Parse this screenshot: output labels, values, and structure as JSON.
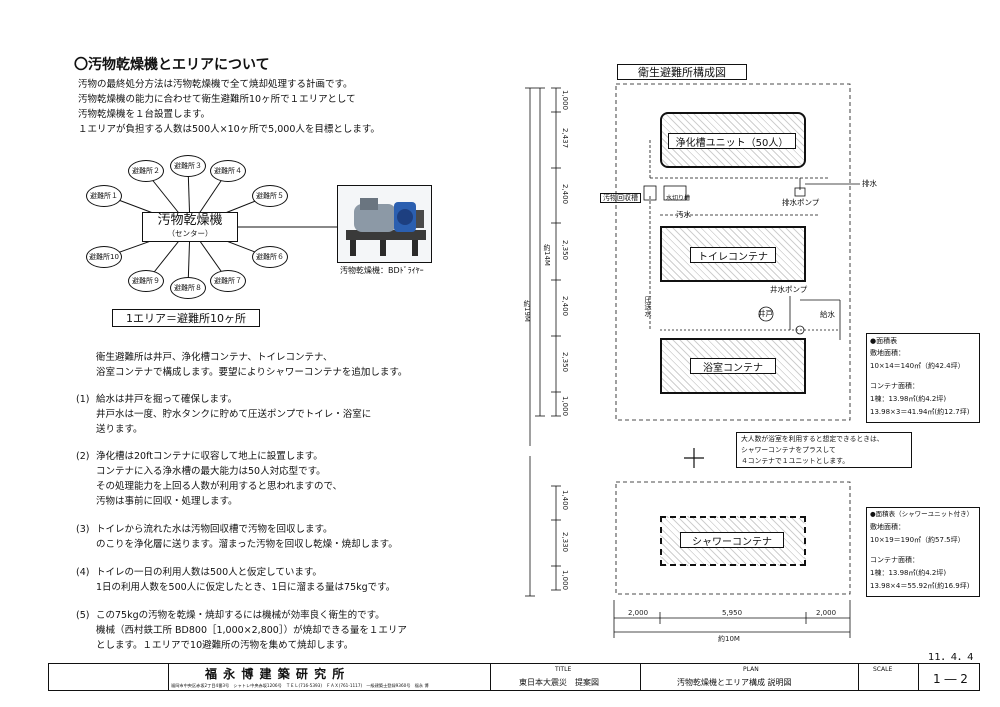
{
  "heading": "〇汚物乾燥機とエリアについて",
  "intro": [
    "汚物の最終処分方法は汚物乾燥機で全て焼却処理する計画です。",
    "汚物乾燥機の能力に合わせて衛生避難所10ヶ所で１エリアとして",
    "汚物乾燥機を１台設置します。",
    "１エリアが負担する人数は500人×10ヶ所で5,000人を目標とします。"
  ],
  "hub": {
    "title": "汚物乾燥機",
    "subtitle": "（センター）"
  },
  "shelters": [
    "避難所１",
    "避難所２",
    "避難所３",
    "避難所４",
    "避難所５",
    "避難所６",
    "避難所７",
    "避難所８",
    "避難所９",
    "避難所10"
  ],
  "machine_caption": "汚物乾燥機：BDﾄﾞﾗｲﾔｰ",
  "area_label": "1エリア＝避難所10ヶ所",
  "composition": [
    "衛生避難所は井戸、浄化槽コンテナ、トイレコンテナ、",
    "浴室コンテナで構成します。要望によりシャワーコンテナを追加します。"
  ],
  "items": [
    {
      "num": "(1)",
      "title": "給水は井戸を掘って確保します。",
      "lines": [
        "井戸水は一度、貯水タンクに貯めて圧送ポンプでトイレ・浴室に",
        "送ります。"
      ]
    },
    {
      "num": "(2)",
      "title": "浄化槽は20ftコンテナに収容して地上に設置します。",
      "lines": [
        "コンテナに入る浄水槽の最大能力は50人対応型です。",
        "その処理能力を上回る人数が利用すると思われますので、",
        "汚物は事前に回収・処理します。"
      ]
    },
    {
      "num": "(3)",
      "title": "トイレから流れた水は汚物回収槽で汚物を回収します。",
      "lines": [
        "のこりを浄化層に送ります。溜まった汚物を回収し乾燥・焼却します。"
      ]
    },
    {
      "num": "(4)",
      "title": "トイレの一日の利用人数は500人と仮定しています。",
      "lines": [
        "1日の利用人数を500人に仮定したとき、1日に溜まる量は75kgです。"
      ]
    },
    {
      "num": "(5)",
      "title": "この75kgの汚物を乾燥・焼却するには機械が効率良く衛生的です。",
      "lines": [
        "機械（西村鉄工所 BD800［1,000×2,800］）が焼却できる量を１エリア",
        "とします。１エリアで10避難所の汚物を集めて焼却します。"
      ]
    }
  ],
  "plan": {
    "title": "衛生避難所構成図",
    "units": {
      "septic": "浄化槽ユニット（50人）",
      "toilet": "トイレコンテナ",
      "bath": "浴室コンテナ",
      "shower": "シャワーコンテナ"
    },
    "labels": {
      "drain": "排水",
      "drain_pump": "排水ポンプ",
      "waste_tank": "汚物回収槽",
      "small_tank": "水切り槽",
      "sewage": "汚水",
      "water_pump": "井水ポンプ",
      "well": "井戸",
      "supply": "給水",
      "feed": "圧送水"
    },
    "vdims_top": [
      "1,000",
      "2,437",
      "2,400",
      "2,350",
      "2,400",
      "2,350",
      "1,000"
    ],
    "vdims_bottom": [
      "1,400",
      "2,330",
      "1,000"
    ],
    "overall_v1": "約14M",
    "overall_v2": "約19M",
    "hdims": [
      "2,000",
      "5,950",
      "2,000"
    ],
    "overall_h": "約10M"
  },
  "area_note1": {
    "title": "●面積表",
    "l1": "敷地面積：",
    "l2": "10×14＝140㎡（約42.4坪）",
    "l3": "コンテナ面積：",
    "l4": "1棟：13.98㎡(約4.2坪)",
    "l5": "13.98×3＝41.94㎡(約12.7坪)"
  },
  "callout": [
    "大人数が浴室を利用すると想定できるときは、",
    "シャワーコンテナをプラスして",
    "４コンテナで１ユニットとします。"
  ],
  "area_note2": {
    "title": "●面積表（シャワーユニット付き）",
    "l1": "敷地面積：",
    "l2": "10×19＝190㎡（約57.5坪）",
    "l3": "コンテナ面積：",
    "l4": "1棟：13.98㎡(約4.2坪)",
    "l5": "13.98×4＝55.92㎡(約16.9坪)"
  },
  "titleblock": {
    "company": "福 永 博 建 築 研 究 所",
    "address": "福岡市中央区赤坂2丁目4番3号　シャトレ中央赤坂1206号　ＴＥＬ(716-5393)　ＦＡＸ(761-1117)　一級建築士登録9360号　福永 博",
    "title_head": "TITLE",
    "title_val": "東日本大震災　提案図",
    "plan_head": "PLAN",
    "plan_val": "汚物乾燥機とエリア構成 説明図",
    "scale_head": "SCALE",
    "date": "11．4．4",
    "sheet": "1 ― 2"
  }
}
